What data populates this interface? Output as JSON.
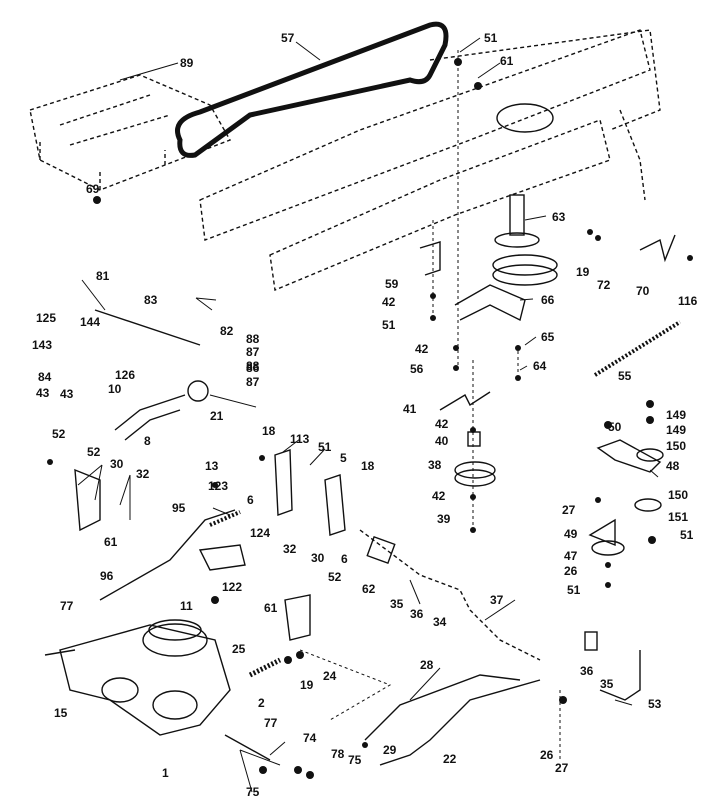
{
  "labels": [
    "89",
    "57",
    "51",
    "61",
    "69",
    "63",
    "19",
    "72",
    "70",
    "116",
    "59",
    "42",
    "51",
    "66",
    "81",
    "83",
    "82",
    "125",
    "144",
    "143",
    "84",
    "43",
    "43",
    "126",
    "88",
    "87",
    "86",
    "87",
    "88",
    "42",
    "56",
    "65",
    "64",
    "55",
    "10",
    "21",
    "8",
    "41",
    "42",
    "40",
    "38",
    "42",
    "39",
    "52",
    "52",
    "30",
    "32",
    "13",
    "123",
    "18",
    "113",
    "51",
    "5",
    "18",
    "6",
    "6",
    "95",
    "124",
    "50",
    "149",
    "149",
    "150",
    "48",
    "150",
    "151",
    "51",
    "27",
    "49",
    "47",
    "26",
    "51",
    "61",
    "96",
    "32",
    "30",
    "52",
    "122",
    "62",
    "35",
    "36",
    "34",
    "37",
    "77",
    "11",
    "61",
    "25",
    "19",
    "24",
    "28",
    "36",
    "35",
    "15",
    "2",
    "77",
    "74",
    "29",
    "26",
    "27",
    "22",
    "53",
    "1",
    "75",
    "78",
    "75"
  ],
  "colors": {
    "ink": "#111111",
    "paper": "#ffffff"
  }
}
